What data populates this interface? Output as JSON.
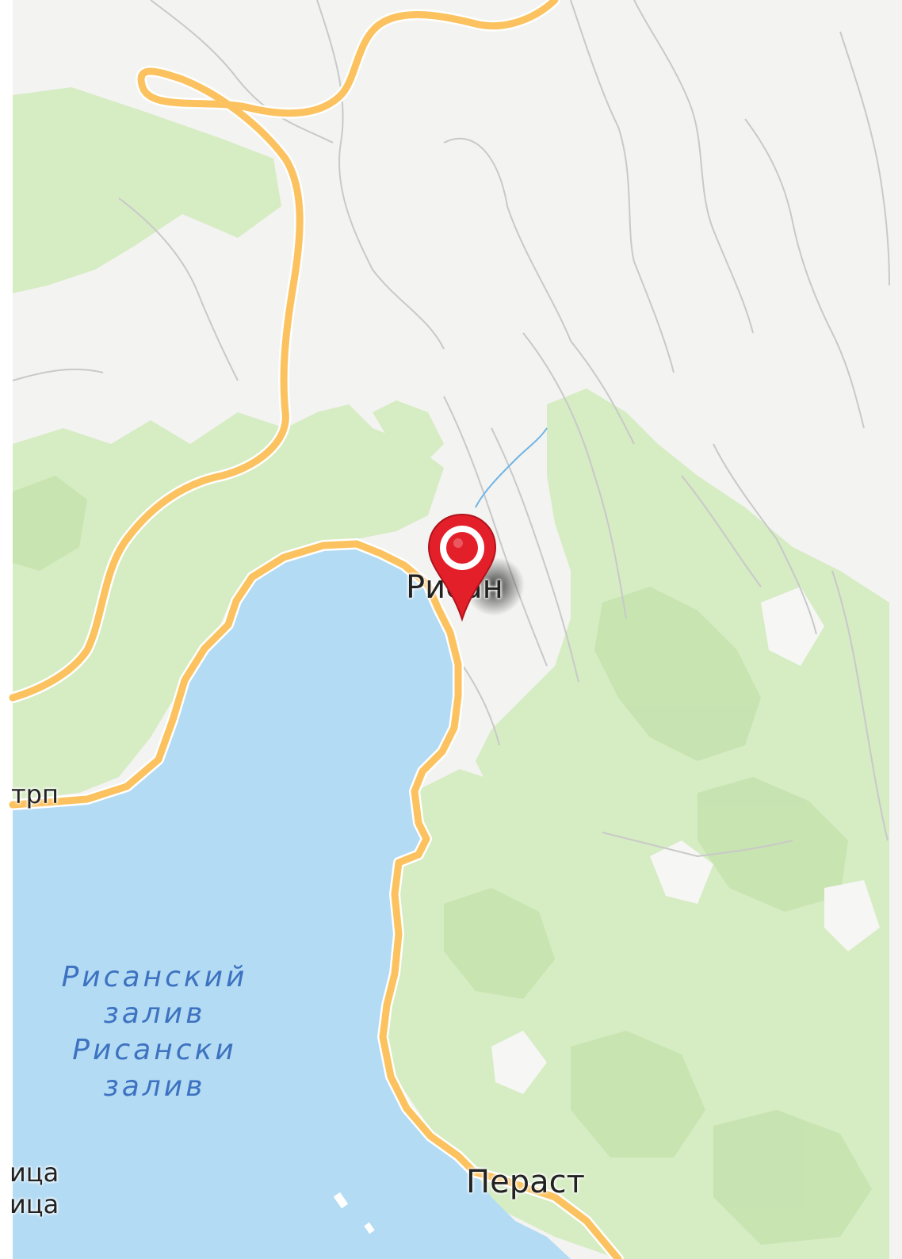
{
  "map": {
    "colors": {
      "land": "#f3f3f1",
      "forest": "#d6ecc3",
      "forest_dark": "#c4e2ad",
      "water": "#b3dbf4",
      "road": "#fbc25f",
      "road_casing": "#ffffff",
      "contour": "#c9c9c9",
      "stream": "#6fb4e4",
      "marker": "#e3202a"
    },
    "labels": {
      "risan": "Рисан",
      "perast": "Пераст",
      "strp": "трп",
      "left_upper": "ица",
      "left_lower": "ица"
    },
    "water_label": {
      "line1": "Рисанский",
      "line2": "залив",
      "line3": "Рисански",
      "line4": "залив"
    },
    "marker": {
      "name": "location-pin-icon"
    }
  }
}
